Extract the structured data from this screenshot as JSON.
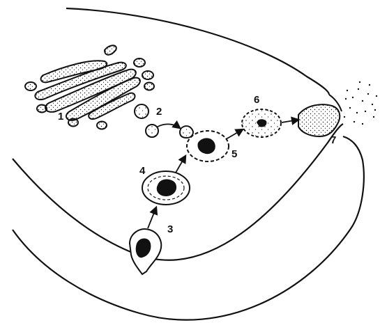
{
  "labels": {
    "step_1": "1",
    "step_2": "2",
    "step_3": "3",
    "step_4": "4",
    "step_5": "5",
    "step_6": "6",
    "step_7": "7"
  },
  "colors": {
    "ink": "#111111",
    "paper": "#ffffff"
  }
}
